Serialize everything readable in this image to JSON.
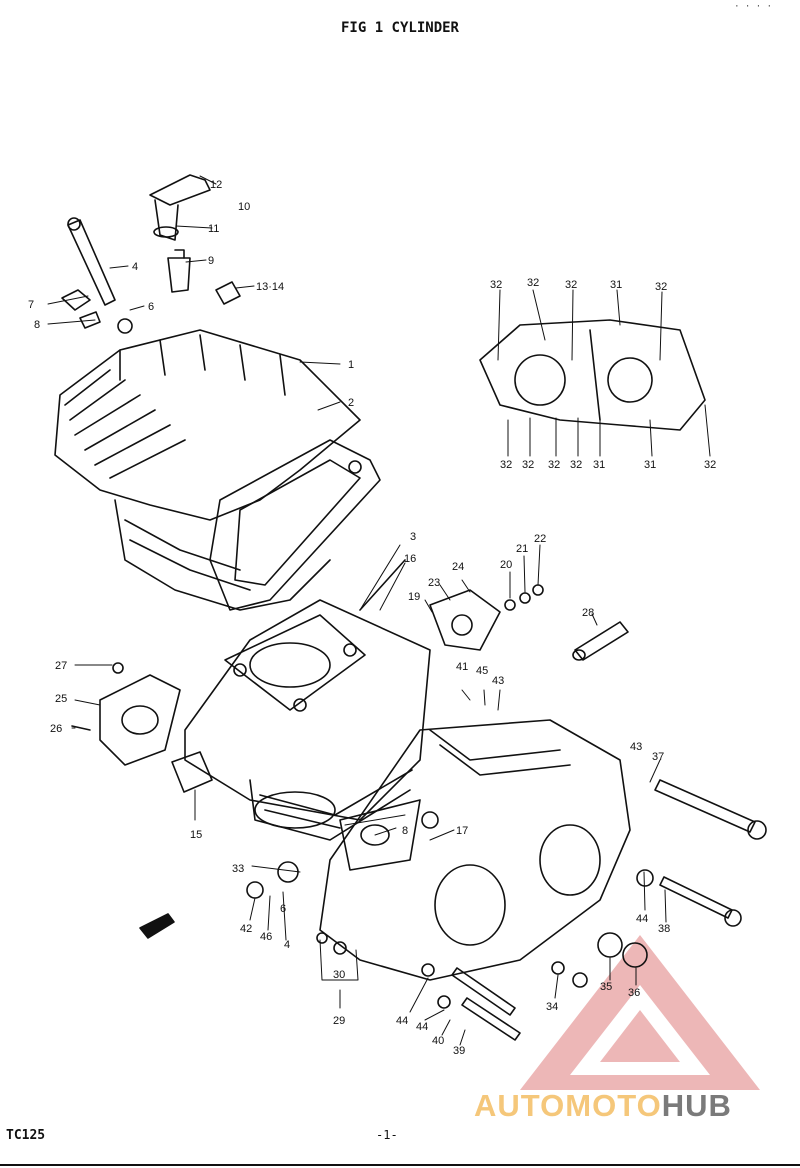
{
  "title": "FIG 1  CYLINDER",
  "corner_text": "· · · ·",
  "footer": {
    "model": "TC125",
    "page": "-1-"
  },
  "watermark": {
    "auto": "AUTO",
    "moto": "MOTO",
    "hub": "HUB"
  },
  "colors": {
    "line": "#111111",
    "watermark_triangle": "#e8a0a0",
    "watermark_orange": "#f5c77a",
    "watermark_gray": "#7a7a7a"
  },
  "labels": {
    "l1": "1",
    "l2": "2",
    "l3": "3",
    "l4": "4",
    "l6": "6",
    "l7": "7",
    "l8": "8",
    "l9": "9",
    "l10": "10",
    "l11": "11",
    "l12": "12",
    "l13_14": "13·14",
    "l15": "15",
    "l16": "16",
    "l17": "17",
    "l18": "8",
    "l19": "19",
    "l20": "20",
    "l21": "21",
    "l22": "22",
    "l23": "23",
    "l24": "24",
    "l25": "25",
    "l26": "26",
    "l27": "27",
    "l28": "28",
    "l29": "29",
    "l30": "30",
    "l31a": "31",
    "l31b": "31",
    "l31c": "31",
    "l32a": "32",
    "l32b": "32",
    "l32c": "32",
    "l32d": "32",
    "l32e": "32",
    "l32f": "32",
    "l32g": "32",
    "l32h": "32",
    "l32i": "32",
    "l33": "33",
    "l34": "34",
    "l35": "35",
    "l36": "36",
    "l37": "37",
    "l38": "38",
    "l39": "39",
    "l40": "40",
    "l41": "41",
    "l42": "42",
    "l43a": "43",
    "l43b": "43",
    "l44a": "44",
    "l44b": "44",
    "l44c": "44",
    "l45": "45",
    "l46": "46",
    "l4b": "4",
    "l6b": "6"
  }
}
